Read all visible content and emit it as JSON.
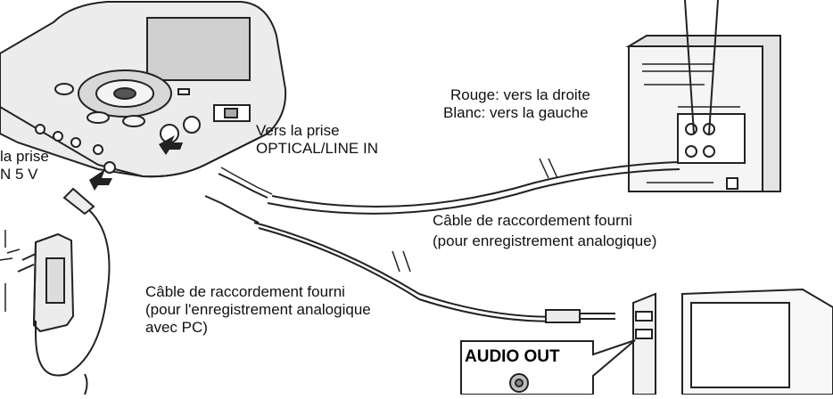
{
  "labels": {
    "dc_in_line1": "la prise",
    "dc_in_line2": "N 5 V",
    "optical_line1": "Vers la prise",
    "optical_line2": "OPTICAL/LINE IN",
    "stereo_line1": "Rouge: vers la droite",
    "stereo_line2": "Blanc: vers la gauche",
    "cable1_line1": "Câble de raccordement fourni",
    "cable1_line2": "(pour enregistrement analogique)",
    "cable2_line1": "Câble de raccordement fourni",
    "cable2_line2": "(pour l'enregistrement analogique",
    "cable2_line3": "avec PC)",
    "audio_out": "AUDIO OUT"
  },
  "colors": {
    "ink": "#111111",
    "line": "#222222",
    "device_fill": "#e9e9e9",
    "screen_fill": "#cfcfcf"
  }
}
